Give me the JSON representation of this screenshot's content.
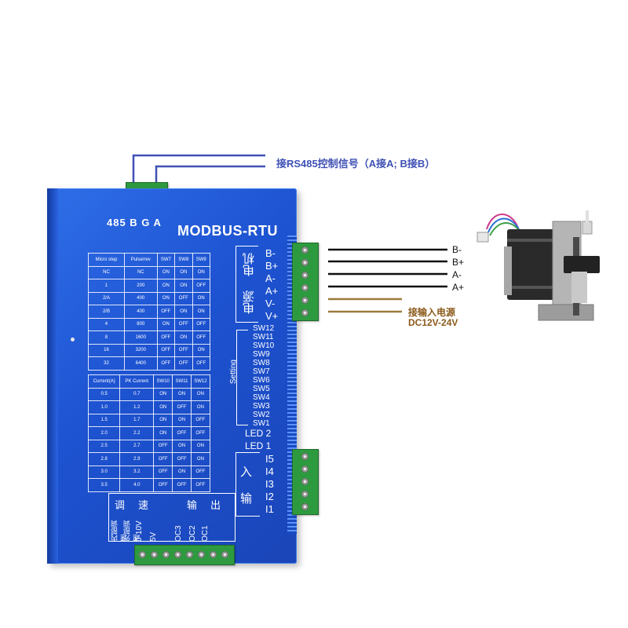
{
  "rs485_note": "接RS485控制信号（A接A; B接B）",
  "power_note": "接输入电源",
  "power_range": "DC12V-24V",
  "driver": {
    "port_label": "485 B G A",
    "title": "MODBUS-RTU"
  },
  "motor_pins": [
    "B-",
    "B+",
    "A-",
    "A+"
  ],
  "motor_wire_labels": [
    "B-",
    "B+",
    "A-",
    "A+"
  ],
  "power_pins": [
    "V-",
    "V+"
  ],
  "motor_group_label": "电机",
  "power_group_label": "电源",
  "settings_label": "Setting",
  "switches": [
    "SW12",
    "SW11",
    "SW10",
    "SW9",
    "SW8",
    "SW7",
    "SW6",
    "SW5",
    "SW4",
    "SW3",
    "SW2",
    "SW1"
  ],
  "leds": [
    "LED 2",
    "LED 1"
  ],
  "inputs": [
    "I5",
    "I4",
    "I3",
    "I2",
    "I1"
  ],
  "input_group_chars": [
    "入",
    "输"
  ],
  "bottom_group_speed": [
    "调",
    "速"
  ],
  "bottom_group_output": [
    "输",
    "出"
  ],
  "bottom_pins": [
    "内部调速",
    "外部调速",
    "0-10V",
    "5V",
    "OC3",
    "OC2",
    "OC1"
  ],
  "microstep_table": {
    "header": [
      "Micro step",
      "Pulse/rev",
      "SW7",
      "SW8",
      "SW9"
    ],
    "rows": [
      [
        "NC",
        "NC",
        "ON",
        "ON",
        "ON"
      ],
      [
        "1",
        "200",
        "ON",
        "ON",
        "OFF"
      ],
      [
        "2/A",
        "400",
        "ON",
        "OFF",
        "ON"
      ],
      [
        "2/B",
        "400",
        "OFF",
        "ON",
        "ON"
      ],
      [
        "4",
        "800",
        "ON",
        "OFF",
        "OFF"
      ],
      [
        "8",
        "1600",
        "OFF",
        "ON",
        "OFF"
      ],
      [
        "16",
        "3200",
        "OFF",
        "OFF",
        "ON"
      ],
      [
        "32",
        "6400",
        "OFF",
        "OFF",
        "OFF"
      ]
    ]
  },
  "current_table": {
    "header": [
      "Current(A)",
      "PK Current",
      "SW10",
      "SW11",
      "SW12"
    ],
    "rows": [
      [
        "0.5",
        "0.7",
        "ON",
        "ON",
        "ON"
      ],
      [
        "1.0",
        "1.2",
        "ON",
        "OFF",
        "ON"
      ],
      [
        "1.5",
        "1.7",
        "ON",
        "ON",
        "OFF"
      ],
      [
        "2.0",
        "2.2",
        "ON",
        "OFF",
        "OFF"
      ],
      [
        "2.5",
        "2.7",
        "OFF",
        "ON",
        "ON"
      ],
      [
        "2.8",
        "2.9",
        "OFF",
        "OFF",
        "ON"
      ],
      [
        "3.0",
        "3.2",
        "OFF",
        "ON",
        "OFF"
      ],
      [
        "3.5",
        "4.0",
        "OFF",
        "OFF",
        "OFF"
      ]
    ]
  },
  "colors": {
    "driver_blue": "#1d52d0",
    "rs485_line": "#3f51b5",
    "power_line": "#9c7a3c",
    "terminal_green": "#2e9a3f"
  }
}
